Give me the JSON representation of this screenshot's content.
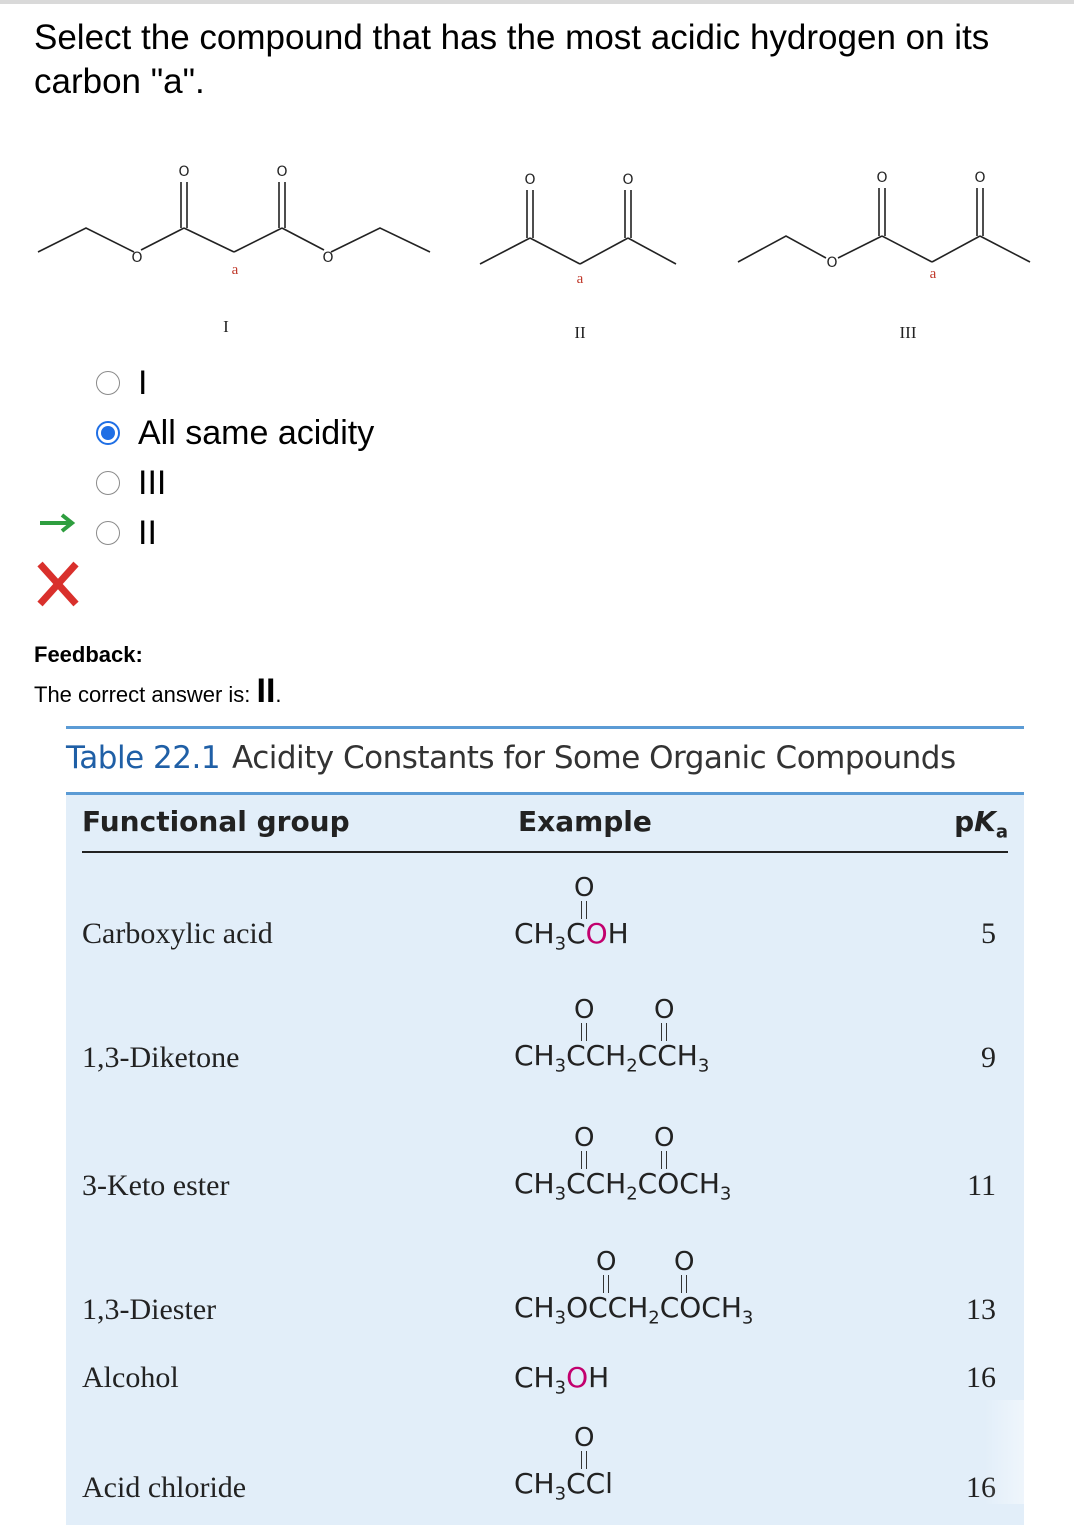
{
  "question": "Select the compound that has the most acidic hydrogen on its carbon \"a\".",
  "molecules": [
    {
      "label": "I",
      "carbon_label": "a",
      "oxygen_labels": [
        "O",
        "O",
        "O",
        "O"
      ]
    },
    {
      "label": "II",
      "carbon_label": "a",
      "oxygen_labels": [
        "O",
        "O"
      ]
    },
    {
      "label": "III",
      "carbon_label": "a",
      "oxygen_labels": [
        "O",
        "O",
        "O"
      ]
    }
  ],
  "options": [
    {
      "label": "I",
      "selected": false
    },
    {
      "label": "All same acidity",
      "selected": true
    },
    {
      "label": "III",
      "selected": false
    },
    {
      "label": "II",
      "selected": false
    }
  ],
  "correct_option_index": 3,
  "feedback": {
    "title": "Feedback:",
    "text_prefix": "The correct answer is: ",
    "answer": "II",
    "suffix": "."
  },
  "table": {
    "number": "Table 22.1",
    "title": "Acidity Constants for Some Organic Compounds",
    "headers": {
      "group": "Functional group",
      "example": "Example",
      "pka": "pKa"
    },
    "rows": [
      {
        "group": "Carboxylic acid",
        "example_main": "CH3COH",
        "pka": "5"
      },
      {
        "group": "1,3-Diketone",
        "example_main": "CH3CCH2CCH3",
        "pka": "9"
      },
      {
        "group": "3-Keto ester",
        "example_main": "CH3CCH2COCH3",
        "pka": "11"
      },
      {
        "group": "1,3-Diester",
        "example_main": "CH3OCCH2COCH3",
        "pka": "13"
      },
      {
        "group": "Alcohol",
        "example_main": "CH3OH",
        "pka": "16"
      },
      {
        "group": "Acid chloride",
        "example_main": "CH3CCl",
        "pka": "16"
      }
    ]
  },
  "colors": {
    "accent_blue": "#1f6fe5",
    "wrong_red": "#d9302c",
    "arrow_green": "#2e9e3f",
    "table_bg": "#e2eef9",
    "table_rule": "#5b9bd5",
    "atom_pink": "#c2006e"
  }
}
